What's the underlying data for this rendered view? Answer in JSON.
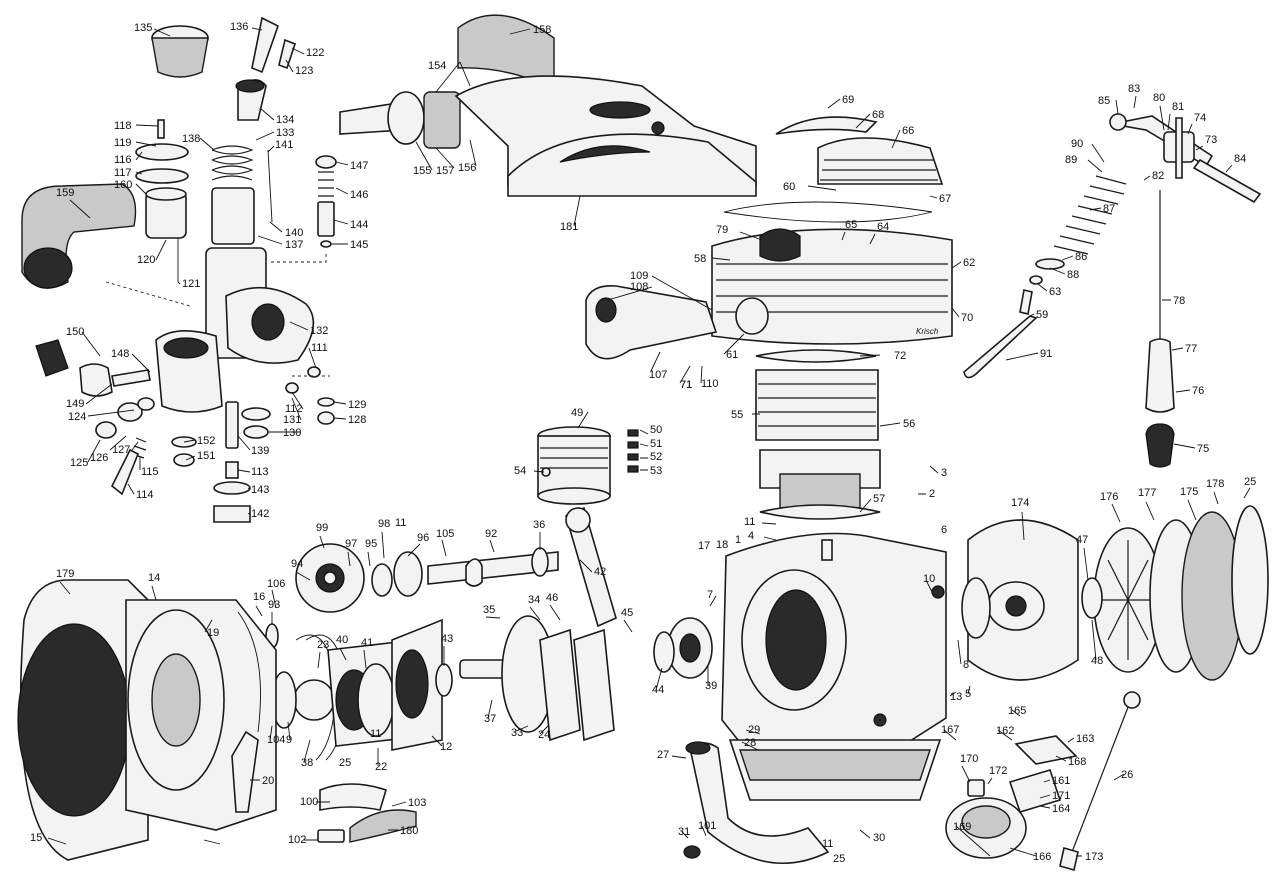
{
  "signature": "Krisch",
  "parts": [
    "135",
    "136",
    "122",
    "123",
    "118",
    "119",
    "116",
    "117",
    "160",
    "159",
    "134",
    "133",
    "138",
    "141",
    "140",
    "137",
    "147",
    "146",
    "144",
    "145",
    "120",
    "121",
    "132",
    "150",
    "148",
    "149",
    "124",
    "125",
    "126",
    "127",
    "115",
    "114",
    "111",
    "112",
    "131",
    "130",
    "129",
    "128",
    "152",
    "151",
    "139",
    "113",
    "143",
    "142",
    "158",
    "154",
    "155",
    "157",
    "156",
    "181",
    "69",
    "68",
    "66",
    "60",
    "67",
    "65",
    "64",
    "79",
    "58",
    "62",
    "109",
    "108",
    "107",
    "71",
    "110",
    "61",
    "70",
    "72",
    "55",
    "56",
    "49",
    "50",
    "51",
    "52",
    "53",
    "54",
    "3",
    "2",
    "57",
    "11",
    "4",
    "17",
    "18",
    "1",
    "6",
    "10",
    "7",
    "8",
    "174",
    "176",
    "177",
    "175",
    "178",
    "25",
    "47",
    "48",
    "83",
    "85",
    "80",
    "81",
    "74",
    "73",
    "84",
    "90",
    "89",
    "82",
    "87",
    "86",
    "88",
    "63",
    "59",
    "91",
    "78",
    "77",
    "76",
    "75",
    "179",
    "14",
    "19",
    "16",
    "93",
    "106",
    "94",
    "99",
    "97",
    "95",
    "98",
    "96",
    "105",
    "92",
    "36",
    "42",
    "23",
    "40",
    "41",
    "43",
    "35",
    "34",
    "46",
    "45",
    "44",
    "39",
    "9",
    "104",
    "38",
    "37",
    "33",
    "24",
    "22",
    "12",
    "13",
    "5",
    "167",
    "165",
    "162",
    "168",
    "163",
    "161",
    "171",
    "164",
    "172",
    "170",
    "169",
    "166",
    "173",
    "26",
    "29",
    "28",
    "27",
    "30",
    "31",
    "101",
    "100",
    "103",
    "102",
    "180",
    "15",
    "20"
  ]
}
